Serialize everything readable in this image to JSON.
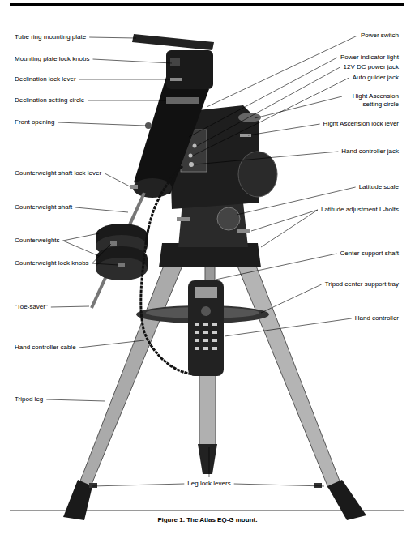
{
  "diagram": {
    "caption": "Figure 1. The Atlas EQ-G mount.",
    "labels": [
      "Tube ring mounting plate",
      "Mounting plate lock knobs",
      "Declination lock lever",
      "Declination setting circle",
      "Front opening",
      "Counterweight shaft lock lever",
      "Counterweight shaft",
      "Counterweights",
      "Counterweight lock knobs",
      "\"Toe-saver\"",
      "Hand controller cable",
      "Tripod leg",
      "Power switch",
      "Power indicator light",
      "12V DC power jack",
      "Auto guider jack",
      "Hight Ascension setting circle",
      "Hight Ascension lock lever",
      "Hand controller jack",
      "Latitude scale",
      "Latitude adjustment L-bolts",
      "Center support shaft",
      "Tripod center support tray",
      "Hand controller",
      "Leg lock levers"
    ]
  }
}
